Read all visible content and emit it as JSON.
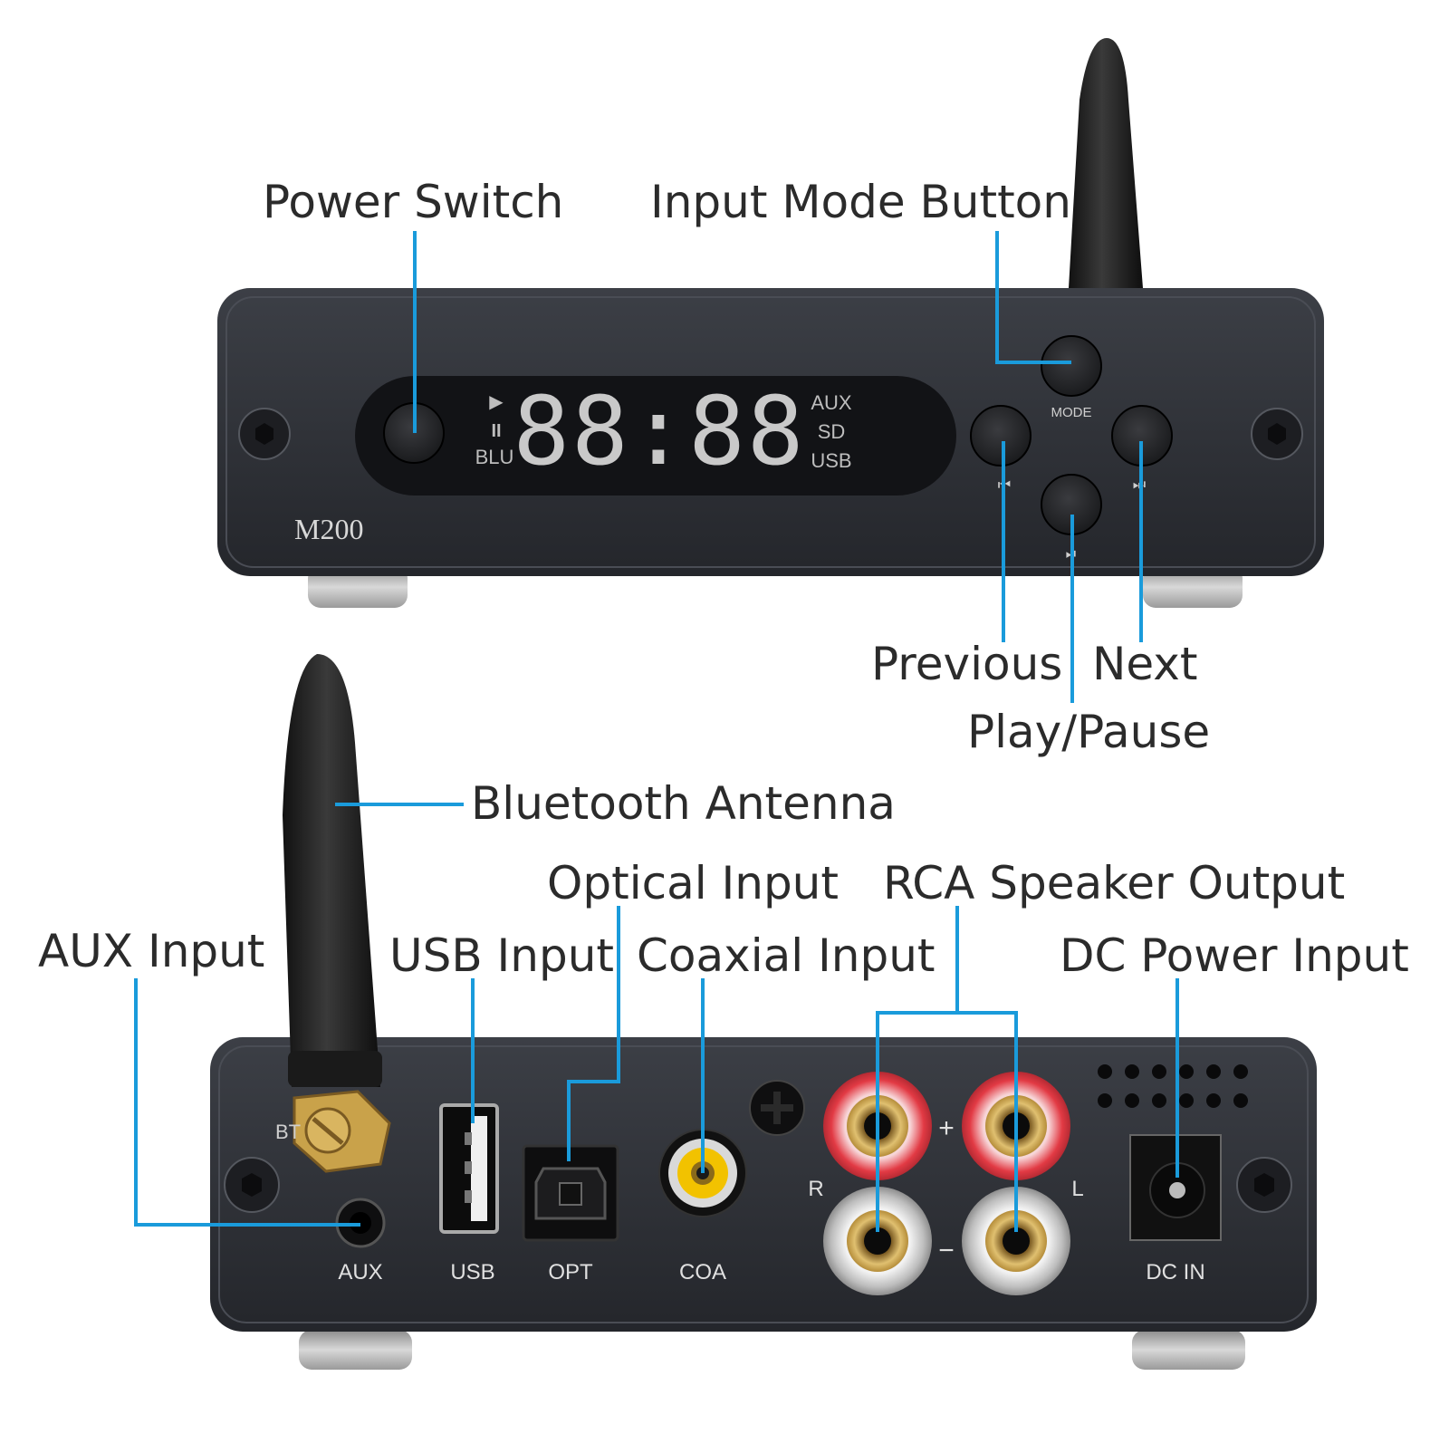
{
  "callouts": {
    "power_switch": "Power Switch",
    "input_mode_button": "Input Mode Button",
    "previous": "Previous",
    "next": "Next",
    "play_pause": "Play/Pause",
    "bluetooth_antenna": "Bluetooth Antenna",
    "optical_input": "Optical Input",
    "rca_speaker_output": "RCA Speaker Output",
    "aux_input": "AUX Input",
    "usb_input": "USB Input",
    "coaxial_input": "Coaxial Input",
    "dc_power_input": "DC Power Input"
  },
  "front_panel": {
    "model": "M200",
    "display_digits": "88:88",
    "indicators": {
      "play": "▶",
      "pause": "II",
      "blu": "BLU"
    },
    "sources": [
      "AUX",
      "SD",
      "USB"
    ],
    "mode_label": "MODE",
    "prev_symbol": "⏮",
    "next_symbol": "⏭",
    "play_pause_symbol": "⏯"
  },
  "back_panel": {
    "bt_label": "BT",
    "port_labels": {
      "aux": "AUX",
      "usb": "USB",
      "opt": "OPT",
      "coa": "COA",
      "dc_in": "DC IN"
    },
    "terminal_labels": {
      "plus": "+",
      "minus": "−",
      "right": "R",
      "left": "L"
    }
  },
  "colors": {
    "leader_line": "#1a9bdb",
    "chassis": "#2e3036",
    "display_bg": "#121316",
    "segment": "#c9c9c9",
    "red_terminal": "#e23a44",
    "gold": "#c9a24a",
    "rca_yellow": "#f2c200"
  }
}
